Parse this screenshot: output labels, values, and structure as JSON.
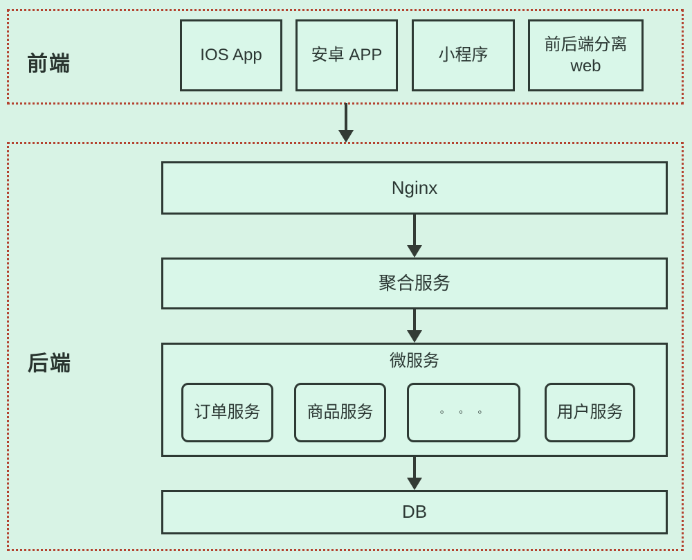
{
  "colors": {
    "background": "#d8f3e5",
    "box_fill": "#d9f7e9",
    "box_border": "#2e3a34",
    "section_dotted_border": "#b3422f",
    "arrow": "#333b35",
    "text": "#2b3733"
  },
  "frontend": {
    "label": "前端",
    "boxes": [
      {
        "label": "IOS App"
      },
      {
        "label": "安卓 APP"
      },
      {
        "label": "小程序"
      },
      {
        "label": "前后端分离 web"
      }
    ]
  },
  "backend": {
    "label": "后端",
    "nginx": "Nginx",
    "aggregation": "聚合服务",
    "microservices": {
      "label": "微服务",
      "services": [
        {
          "label": "订单服务"
        },
        {
          "label": "商品服务"
        },
        {
          "label": "◦ ◦ ◦"
        },
        {
          "label": "用户服务"
        }
      ]
    },
    "db": "DB"
  }
}
